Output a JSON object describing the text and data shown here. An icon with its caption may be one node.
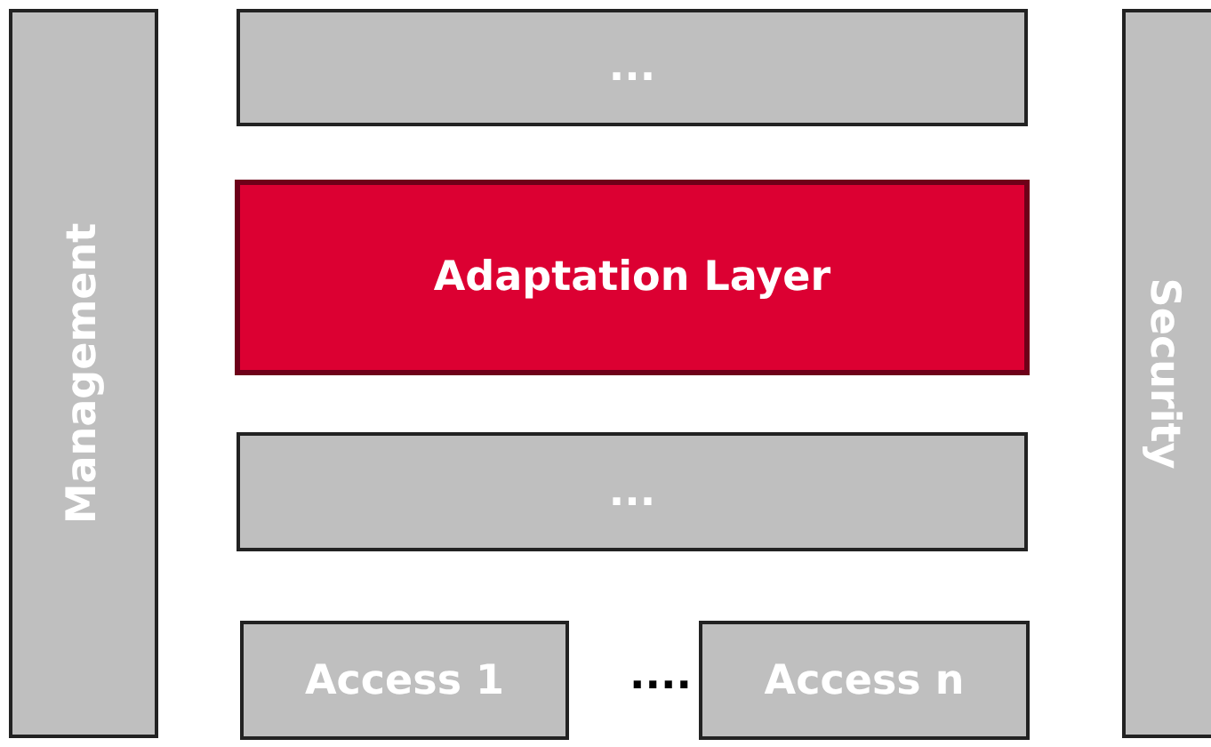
{
  "diagram": {
    "nodes": [
      {
        "text": [
          "Management"
        ]
      },
      {
        "text": [
          "..."
        ]
      },
      {
        "text": [
          "Adaptation Layer"
        ]
      },
      {
        "text": [
          "..."
        ]
      },
      {
        "text": [
          "Access 1"
        ]
      },
      {
        "text": [
          "Access n"
        ]
      },
      {
        "text": [
          "Security"
        ]
      }
    ],
    "labels": [
      "...."
    ]
  }
}
